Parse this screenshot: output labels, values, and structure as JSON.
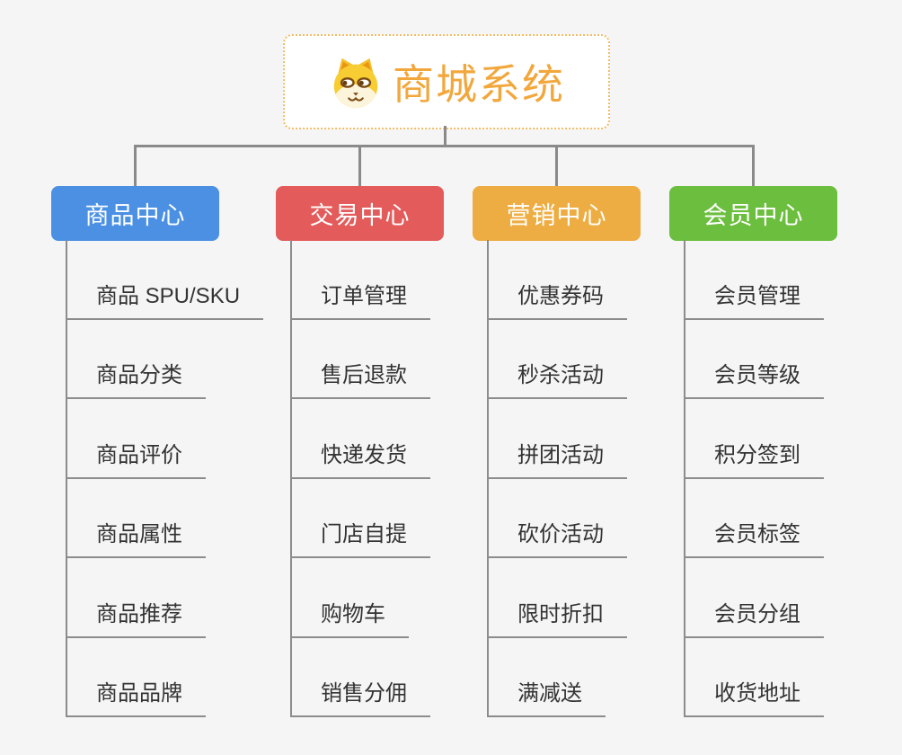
{
  "root": {
    "title": "商城系统",
    "icon": "dog-face-icon",
    "text_color": "#f2a73d",
    "border_color": "#f3bc66"
  },
  "connector_color": "#8a8a8a",
  "branches": [
    {
      "label": "商品中心",
      "color": "#4b90e2",
      "items": [
        "商品 SPU/SKU",
        "商品分类",
        "商品评价",
        "商品属性",
        "商品推荐",
        "商品品牌"
      ]
    },
    {
      "label": "交易中心",
      "color": "#e45b5b",
      "items": [
        "订单管理",
        "售后退款",
        "快递发货",
        "门店自提",
        "购物车",
        "销售分佣"
      ]
    },
    {
      "label": "营销中心",
      "color": "#eead42",
      "items": [
        "优惠券码",
        "秒杀活动",
        "拼团活动",
        "砍价活动",
        "限时折扣",
        "满减送"
      ]
    },
    {
      "label": "会员中心",
      "color": "#6cbe3e",
      "items": [
        "会员管理",
        "会员等级",
        "积分签到",
        "会员标签",
        "会员分组",
        "收货地址"
      ]
    }
  ]
}
